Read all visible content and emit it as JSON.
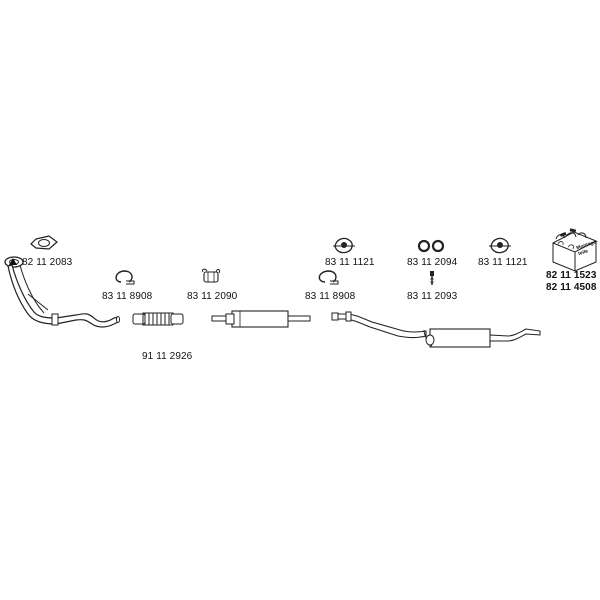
{
  "part_numbers": {
    "gasket_front": "82 11 2083",
    "clamp_front": "83 11 8908",
    "clamp_flex": "83 11 2090",
    "flex_pipe": "91 11 2926",
    "clamp_mid": "83 11 8908",
    "hanger_mid": "83 11 1121",
    "rings_pair": "83 11 2094",
    "bolt": "83 11 2093",
    "hanger_rear": "83 11 1121",
    "mounting_kit_1": "82 11 1523",
    "mounting_kit_2": "82 11 4508"
  },
  "kit_label": "Montage-teile",
  "colors": {
    "stroke": "#222222",
    "fill": "#ffffff"
  }
}
